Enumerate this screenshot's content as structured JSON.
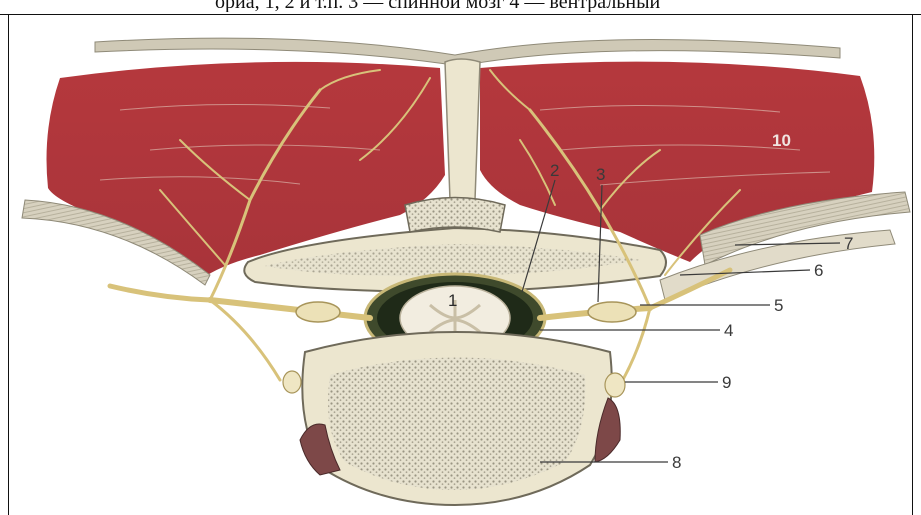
{
  "caption": {
    "text": "ориа, 1, 2 и т.п. 3 — спинной мозг 4 — вентральный"
  },
  "labels": [
    {
      "id": "1",
      "text": "1"
    },
    {
      "id": "2",
      "text": "2"
    },
    {
      "id": "3",
      "text": "3"
    },
    {
      "id": "4",
      "text": "4"
    },
    {
      "id": "5",
      "text": "5"
    },
    {
      "id": "6",
      "text": "6"
    },
    {
      "id": "7",
      "text": "7"
    },
    {
      "id": "8",
      "text": "8"
    },
    {
      "id": "9",
      "text": "9"
    },
    {
      "id": "10",
      "text": "10"
    }
  ],
  "colors": {
    "muscle": "#b83a3d",
    "muscle_dark": "#8e2a2e",
    "nerve": "#d8c27a",
    "bone": "#ece6cf",
    "fascia": "#cfc8b4",
    "skin": "#bdb7a6"
  }
}
